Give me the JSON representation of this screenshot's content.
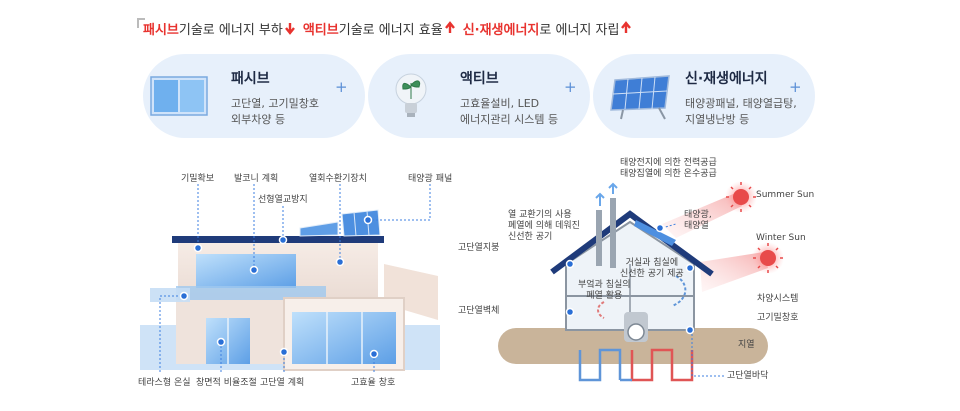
{
  "headline": {
    "part1_red": "패시브",
    "part1_rest": "기술로 에너지 부하",
    "part2_red": "액티브",
    "part2_rest": "기술로 에너지 효율",
    "part3_red": "신·재생에너지",
    "part3_rest": "로 에너지 자립"
  },
  "cards": [
    {
      "title": "패시브",
      "desc": "고단열, 고기밀창호\n외부차양 등",
      "icon": "window-panel-icon"
    },
    {
      "title": "액티브",
      "desc": "고효율설비, LED\n에너지관리 시스템 등",
      "icon": "plant-bulb-icon"
    },
    {
      "title": "신·재생에너지",
      "desc": "태양광패널, 태양열급탕,\n지열냉난방 등",
      "icon": "solar-panel-icon"
    }
  ],
  "plus_symbol": "+",
  "building_labels": {
    "airtight": "기밀확보",
    "balcony": "발코니 계획",
    "heat_recovery": "열회수환기장치",
    "solar_panel": "태양광 패널",
    "thermal_bridge": "선형열교방지",
    "terrace": "테라스형 온실",
    "window_ratio": "창면적 비율조절",
    "insulation": "고단열 계획",
    "efficient_window": "고효율 창호"
  },
  "house_labels": {
    "supply": "태양전지에 의한 전력공급\n태양집열에 의한 온수공급",
    "exhaust": "열 교환기의 사용\n폐열에 의해 데워진\n신선한 공기",
    "solar_thermal": "태양광,\n태양열",
    "summer_sun": "Summer Sun",
    "winter_sun": "Winter Sun",
    "roof_insulation": "고단열지붕",
    "wall_insulation": "고단열벽체",
    "living_room": "거실과 침실에\n신선한 공기 제공",
    "kitchen": "부엌과 침실의\n폐열 활용",
    "shading": "차양시스템",
    "window": "고기밀창호",
    "geothermal": "지열",
    "floor": "고단열바닥"
  },
  "colors": {
    "accent_red": "#e8332f",
    "card_bg": "#e7f0fb",
    "label_blue": "#2a6fd6",
    "sun_red": "#e84a4a"
  }
}
